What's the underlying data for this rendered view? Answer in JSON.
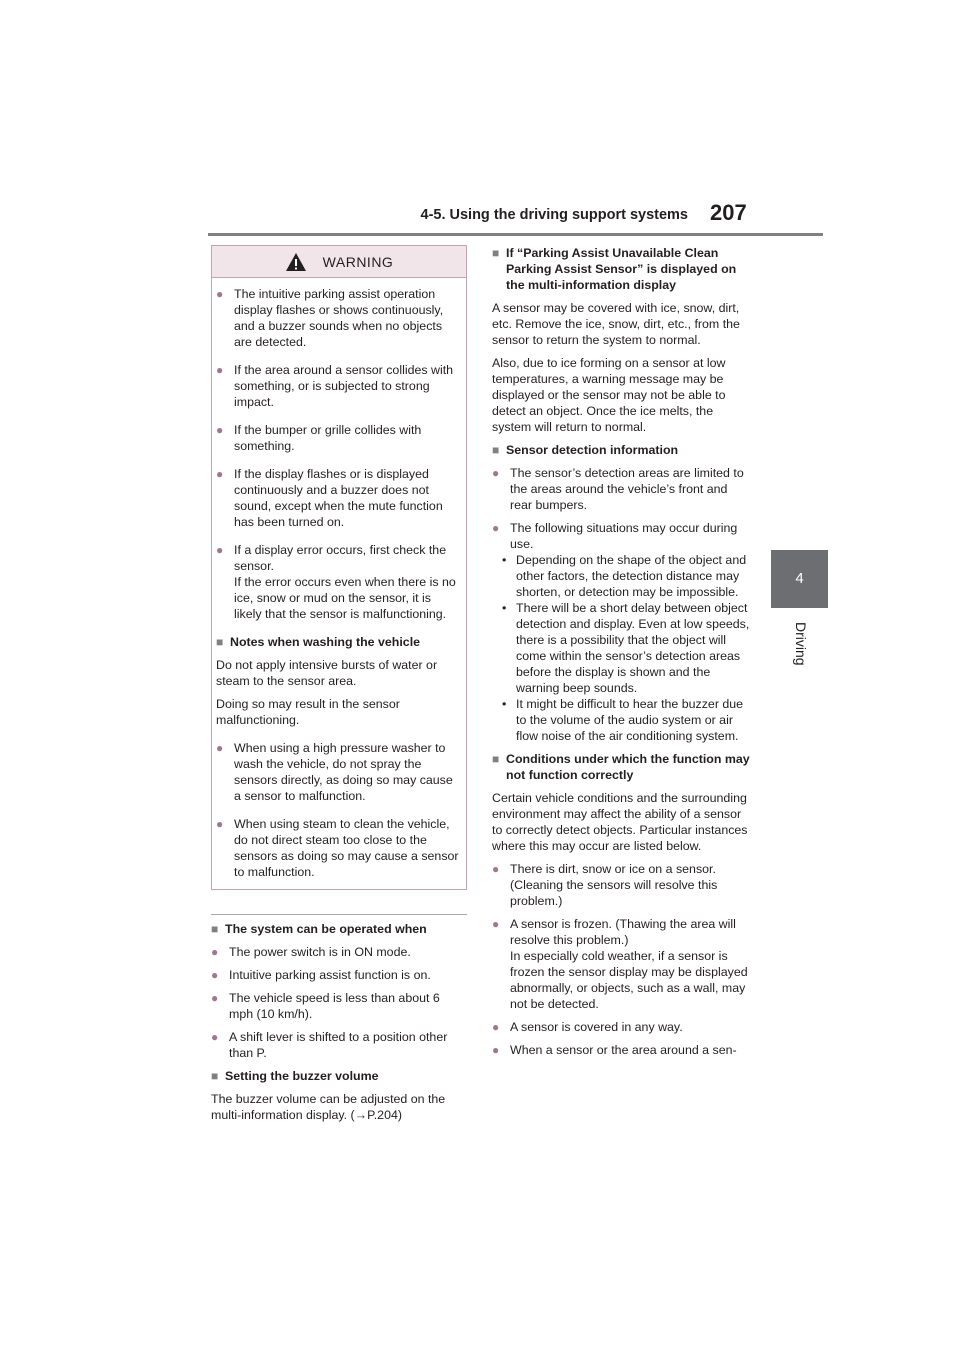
{
  "header": {
    "section": "4-5. Using the driving support systems",
    "page": "207"
  },
  "side_tab": {
    "number": "4",
    "label": "Driving"
  },
  "warning": {
    "title": "WARNING",
    "items": [
      "The intuitive parking assist operation display flashes or shows continuously, and a buzzer sounds when no objects are detected.",
      "If the area around a sensor collides with something, or is subjected to strong impact.",
      "If the bumper or grille collides with something.",
      "If the display flashes or is displayed continuously and a buzzer does not sound, except when the mute function has been turned on.",
      "If a display error occurs, first check the sensor.\nIf the error occurs even when there is no ice, snow or mud on the sensor, it is likely that the sensor is malfunctioning."
    ],
    "washing_heading": "Notes when washing the vehicle",
    "washing_para1": "Do not apply intensive bursts of water or steam to the sensor area.",
    "washing_para2": "Doing so may result in the sensor malfunctioning.",
    "washing_items": [
      "When using a high pressure washer to wash the vehicle, do not spray the sensors directly, as doing so may cause a sensor to malfunction.",
      "When using steam to clean the vehicle, do not direct steam too close to the sensors as doing so may cause a sensor to malfunction."
    ]
  },
  "left": {
    "operate_heading": "The system can be operated when",
    "operate_items": [
      "The power switch is in ON mode.",
      "Intuitive parking assist function is on.",
      "The vehicle speed is less than about 6 mph (10 km/h).",
      "A shift lever is shifted to a position other than P."
    ],
    "buzzer_heading": "Setting the buzzer volume",
    "buzzer_para": "The buzzer volume can be adjusted on the multi-information display. (→P.204)"
  },
  "right": {
    "unavailable_heading": "If “Parking Assist Unavailable Clean Parking Assist Sensor” is displayed on the multi-information display",
    "unavailable_para1": "A sensor may be covered with ice, snow, dirt, etc. Remove the ice, snow, dirt, etc., from the sensor to return the system to normal.",
    "unavailable_para2": "Also, due to ice forming on a sensor at low temperatures, a warning message may be displayed or the sensor may not be able to detect an object. Once the ice melts, the system will return to normal.",
    "detection_heading": "Sensor detection information",
    "detection_item1": "The sensor’s detection areas are limited to the areas around the vehicle’s front and rear bumpers.",
    "detection_item2": "The following situations may occur during use.",
    "detection_subs": [
      "Depending on the shape of the object and other factors, the detection distance may shorten, or detection may be impossible.",
      "There will be a short delay between object detection and display. Even at low speeds, there is a possibility that the object will come within the sensor’s detection areas before the display is shown and the warning beep sounds.",
      "It might be difficult to hear the buzzer due to the volume of the audio system or air flow noise of the air conditioning system."
    ],
    "conditions_heading": "Conditions under which the function may not function correctly",
    "conditions_para": "Certain vehicle conditions and the surrounding environment may affect the ability of a sensor to correctly detect objects. Particular instances where this may occur are listed below.",
    "conditions_items": [
      "There is dirt, snow or ice on a sensor. (Cleaning the sensors will resolve this problem.)",
      "A sensor is frozen. (Thawing the area will resolve this problem.)\nIn especially cold weather, if a sensor is frozen the sensor display may be displayed abnormally, or objects, such as a wall, may not be detected.",
      "A sensor is covered in any way.",
      "When a sensor or the area around a sen-"
    ]
  }
}
